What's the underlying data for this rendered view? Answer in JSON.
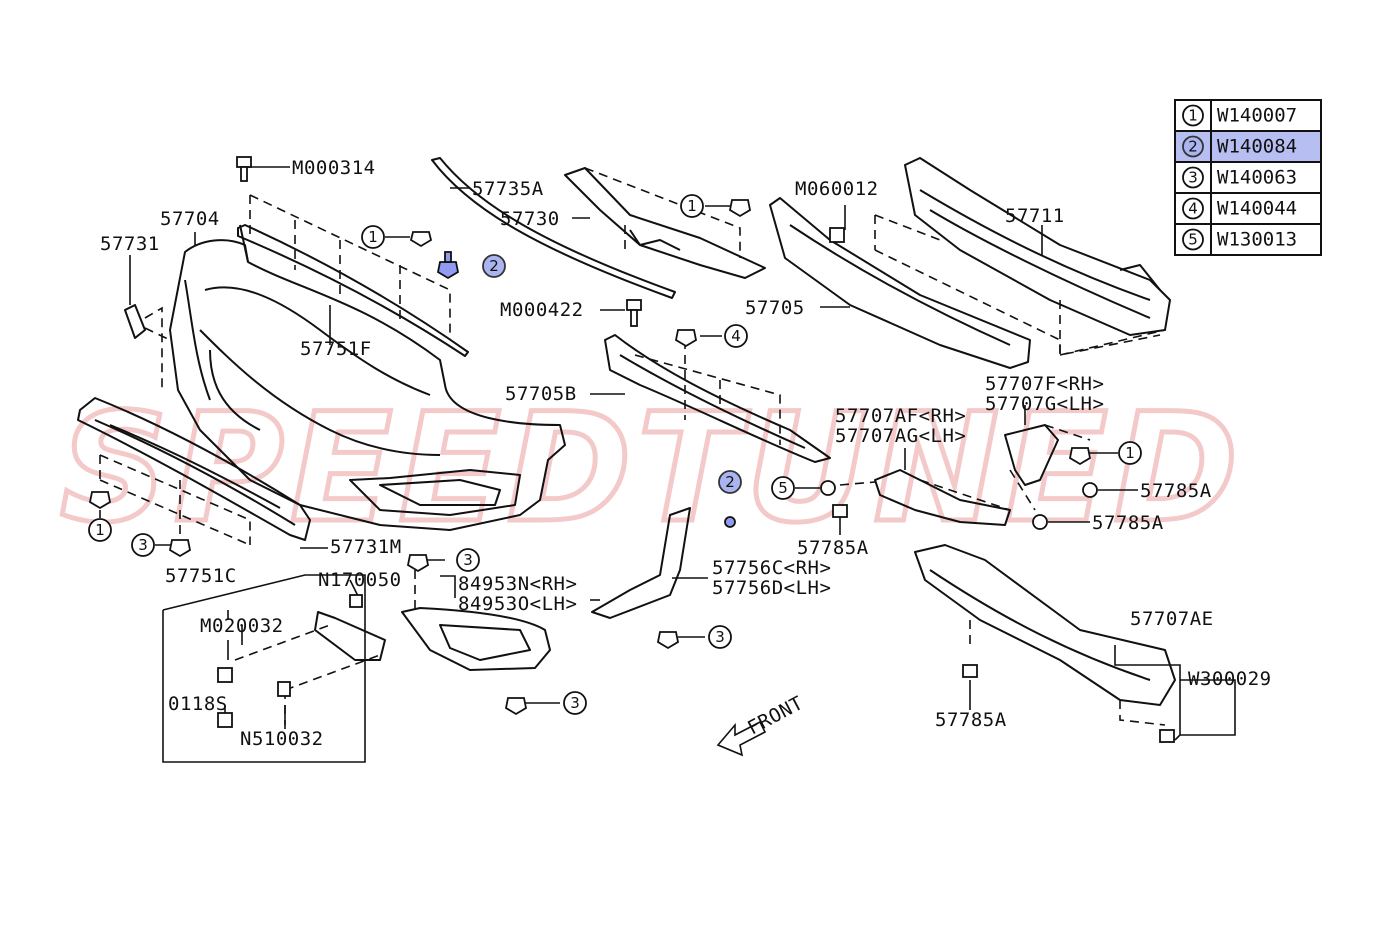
{
  "watermark": "SPEEDTUNED",
  "legend": [
    {
      "num": "1",
      "code": "W140007",
      "highlighted": false
    },
    {
      "num": "2",
      "code": "W140084",
      "highlighted": true
    },
    {
      "num": "3",
      "code": "W140063",
      "highlighted": false
    },
    {
      "num": "4",
      "code": "W140044",
      "highlighted": false
    },
    {
      "num": "5",
      "code": "W130013",
      "highlighted": false
    }
  ],
  "highlight_color": "#aab4ee",
  "part_labels": {
    "m000314": "M000314",
    "p57735a": "57735A",
    "p57730": "57730",
    "m060012": "M060012",
    "p57711": "57711",
    "p57704": "57704",
    "p57731": "57731",
    "p57751f": "57751F",
    "m000422": "M000422",
    "p57705": "57705",
    "p57705b": "57705B",
    "p57707f": "57707F<RH>",
    "p57707g": "57707G<LH>",
    "p57707af": "57707AF<RH>",
    "p57707ag": "57707AG<LH>",
    "p57785a_1": "57785A",
    "p57785a_2": "57785A",
    "p57785a_3": "57785A",
    "p57785a_4": "57785A",
    "p57731m": "57731M",
    "p57751c": "57751C",
    "n170050": "N170050",
    "p84953n": "84953N<RH>",
    "p84953o": "84953O<LH>",
    "p57756c": "57756C<RH>",
    "p57756d": "57756D<LH>",
    "m020032": "M020032",
    "p0118s": "0118S",
    "n510032": "N510032",
    "p57707ae": "57707AE",
    "w300029": "W300029",
    "front": "FRONT"
  },
  "callouts": {
    "c1a": "1",
    "c2a": "2",
    "c1b": "1",
    "c4a": "4",
    "c2b": "2",
    "c5a": "5",
    "c1c": "1",
    "c1d": "1",
    "c3a": "3",
    "c3b": "3",
    "c3c": "3",
    "c3d": "3"
  }
}
